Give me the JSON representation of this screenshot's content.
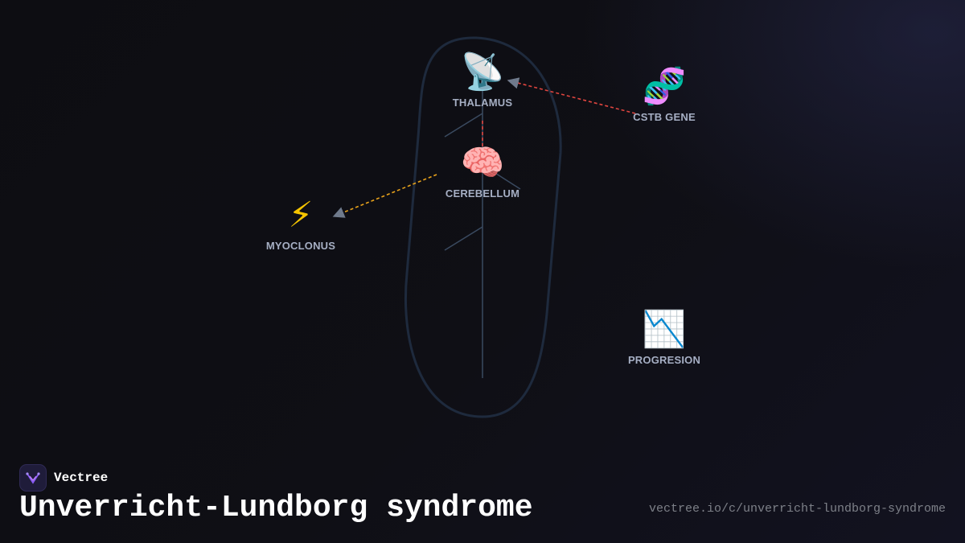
{
  "nodes": {
    "thalamus": {
      "label": "THALAMUS",
      "icon": "📡",
      "icon_name": "satellite-antenna-icon"
    },
    "cstb": {
      "label": "CSTB GENE",
      "icon": "🧬",
      "icon_name": "dna-icon"
    },
    "cerebellum": {
      "label": "CEREBELLUM",
      "icon": "🧠",
      "icon_name": "brain-icon"
    },
    "myoclonus": {
      "label": "MYOCLONUS",
      "icon": "⚡",
      "icon_name": "lightning-icon"
    },
    "progresion": {
      "label": "PROGRESION",
      "icon": "📉",
      "icon_name": "chart-decreasing-icon"
    }
  },
  "edges": [
    {
      "from": "cstb",
      "to": "thalamus",
      "style": "dashed",
      "color": "#e0453f"
    },
    {
      "from": "thalamus",
      "to": "cerebellum",
      "style": "dashed",
      "color": "#e0453f"
    },
    {
      "from": "cerebellum",
      "to": "myoclonus",
      "style": "dashed",
      "color": "#e8a21b"
    }
  ],
  "colors": {
    "background": "#0f0f14",
    "outline": "#1e2a3d",
    "trunk": "#3a4a60",
    "label": "#a6afc4",
    "arrowhead": "#6f7a8c"
  },
  "brand": {
    "name": "Vectree",
    "logo_icon": "vectree-logo-icon"
  },
  "title": "Unverricht-Lundborg syndrome",
  "url": "vectree.io/c/unverricht-lundborg-syndrome"
}
